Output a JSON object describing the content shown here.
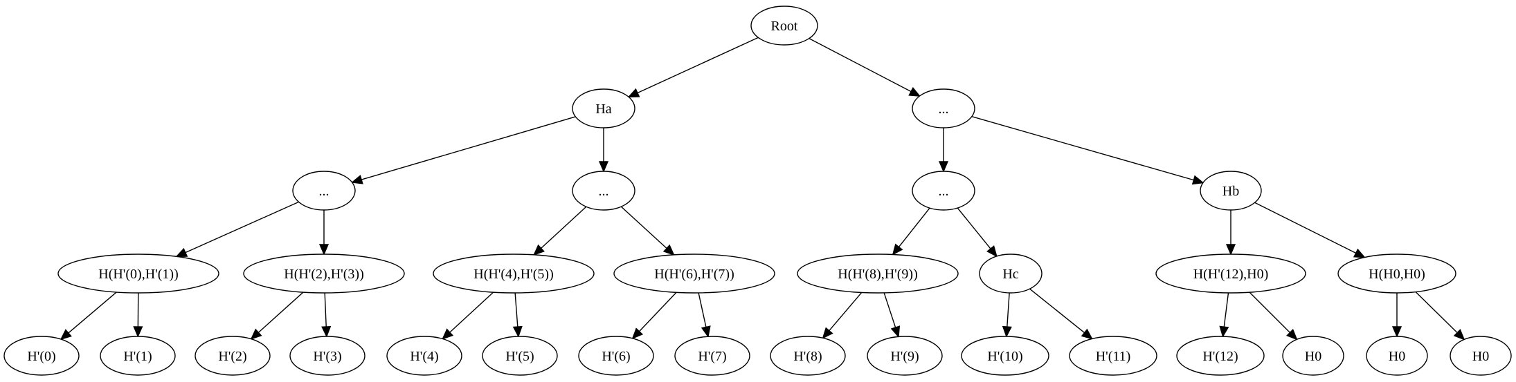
{
  "diagram": {
    "type": "tree",
    "nodes": [
      {
        "id": "root",
        "label": "Root"
      },
      {
        "id": "ha",
        "label": "Ha"
      },
      {
        "id": "r1",
        "label": "..."
      },
      {
        "id": "l1",
        "label": "..."
      },
      {
        "id": "l2",
        "label": "..."
      },
      {
        "id": "r2",
        "label": "..."
      },
      {
        "id": "hb",
        "label": "Hb"
      },
      {
        "id": "h01",
        "label": "H(H'(0),H'(1))"
      },
      {
        "id": "h23",
        "label": "H(H'(2),H'(3))"
      },
      {
        "id": "h45",
        "label": "H(H'(4),H'(5))"
      },
      {
        "id": "h67",
        "label": "H(H'(6),H'(7))"
      },
      {
        "id": "h89",
        "label": "H(H'(8),H'(9))"
      },
      {
        "id": "hc",
        "label": "Hc"
      },
      {
        "id": "h12h0",
        "label": "H(H'(12),H0)"
      },
      {
        "id": "h0h0",
        "label": "H(H0,H0)"
      },
      {
        "id": "p0",
        "label": "H'(0)"
      },
      {
        "id": "p1",
        "label": "H'(1)"
      },
      {
        "id": "p2",
        "label": "H'(2)"
      },
      {
        "id": "p3",
        "label": "H'(3)"
      },
      {
        "id": "p4",
        "label": "H'(4)"
      },
      {
        "id": "p5",
        "label": "H'(5)"
      },
      {
        "id": "p6",
        "label": "H'(6)"
      },
      {
        "id": "p7",
        "label": "H'(7)"
      },
      {
        "id": "p8",
        "label": "H'(8)"
      },
      {
        "id": "p9",
        "label": "H'(9)"
      },
      {
        "id": "p10",
        "label": "H'(10)"
      },
      {
        "id": "p11",
        "label": "H'(11)"
      },
      {
        "id": "p12",
        "label": "H'(12)"
      },
      {
        "id": "z1",
        "label": "H0"
      },
      {
        "id": "z2",
        "label": "H0"
      },
      {
        "id": "z3",
        "label": "H0"
      }
    ],
    "edges": [
      {
        "from": "root",
        "to": "ha"
      },
      {
        "from": "root",
        "to": "r1"
      },
      {
        "from": "ha",
        "to": "l1"
      },
      {
        "from": "ha",
        "to": "l2"
      },
      {
        "from": "r1",
        "to": "r2"
      },
      {
        "from": "r1",
        "to": "hb"
      },
      {
        "from": "l1",
        "to": "h01"
      },
      {
        "from": "l1",
        "to": "h23"
      },
      {
        "from": "l2",
        "to": "h45"
      },
      {
        "from": "l2",
        "to": "h67"
      },
      {
        "from": "r2",
        "to": "h89"
      },
      {
        "from": "r2",
        "to": "hc"
      },
      {
        "from": "hb",
        "to": "h12h0"
      },
      {
        "from": "hb",
        "to": "h0h0"
      },
      {
        "from": "h01",
        "to": "p0"
      },
      {
        "from": "h01",
        "to": "p1"
      },
      {
        "from": "h23",
        "to": "p2"
      },
      {
        "from": "h23",
        "to": "p3"
      },
      {
        "from": "h45",
        "to": "p4"
      },
      {
        "from": "h45",
        "to": "p5"
      },
      {
        "from": "h67",
        "to": "p6"
      },
      {
        "from": "h67",
        "to": "p7"
      },
      {
        "from": "h89",
        "to": "p8"
      },
      {
        "from": "h89",
        "to": "p9"
      },
      {
        "from": "hc",
        "to": "p10"
      },
      {
        "from": "hc",
        "to": "p11"
      },
      {
        "from": "h12h0",
        "to": "p12"
      },
      {
        "from": "h12h0",
        "to": "z1"
      },
      {
        "from": "h0h0",
        "to": "z2"
      },
      {
        "from": "h0h0",
        "to": "z3"
      }
    ]
  }
}
